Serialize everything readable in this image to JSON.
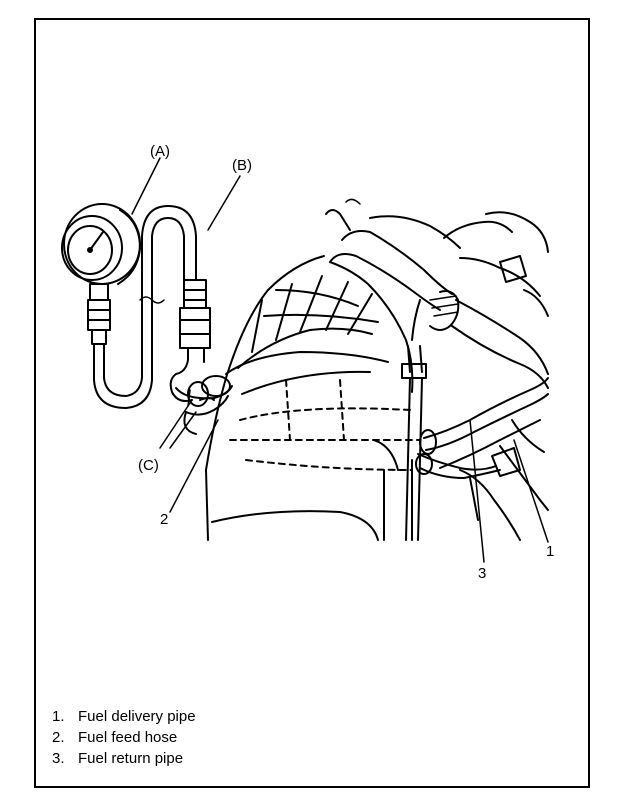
{
  "callouts": {
    "a": "(A)",
    "b": "(B)",
    "c": "(C)",
    "n1": "1",
    "n2": "2",
    "n3": "3"
  },
  "legend": [
    {
      "num": "1.",
      "text": "Fuel delivery pipe"
    },
    {
      "num": "2.",
      "text": "Fuel feed hose"
    },
    {
      "num": "3.",
      "text": "Fuel return pipe"
    }
  ]
}
